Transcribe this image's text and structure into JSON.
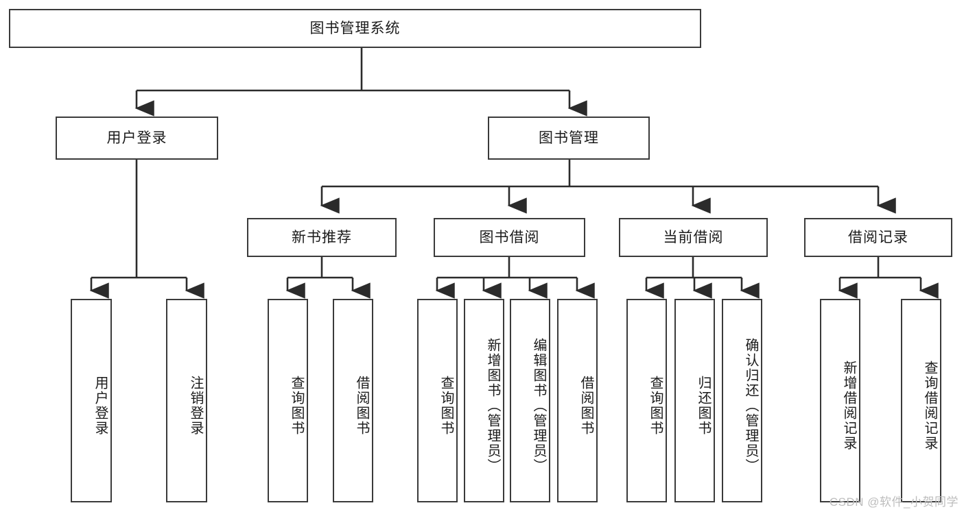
{
  "diagram": {
    "title": "图书管理系统",
    "watermark": "CSDN @软件_小贺同学",
    "colors": {
      "box_border": "#3a3a3a",
      "box_fill": "#ffffff",
      "edge": "#2b2b2b",
      "text": "#1b1b1b",
      "watermark": "#bdbdbd"
    },
    "root": {
      "label": "图书管理系统"
    },
    "level2": [
      {
        "label": "用户登录"
      },
      {
        "label": "图书管理"
      }
    ],
    "level3": [
      {
        "label": "新书推荐"
      },
      {
        "label": "图书借阅"
      },
      {
        "label": "当前借阅"
      },
      {
        "label": "借阅记录"
      }
    ],
    "leaves": {
      "user_login": [
        {
          "label": "用户登录"
        },
        {
          "label": "注销登录"
        }
      ],
      "new_book_recommend": [
        {
          "label": "查询图书"
        },
        {
          "label": "借阅图书"
        }
      ],
      "book_borrow": [
        {
          "label": "查询图书"
        },
        {
          "label": "新增图书（管理员）"
        },
        {
          "label": "编辑图书（管理员）"
        },
        {
          "label": "借阅图书"
        }
      ],
      "current_borrow": [
        {
          "label": "查询图书"
        },
        {
          "label": "归还图书"
        },
        {
          "label": "确认归还（管理员）"
        }
      ],
      "borrow_record": [
        {
          "label": "新增借阅记录"
        },
        {
          "label": "查询借阅记录"
        }
      ]
    }
  }
}
